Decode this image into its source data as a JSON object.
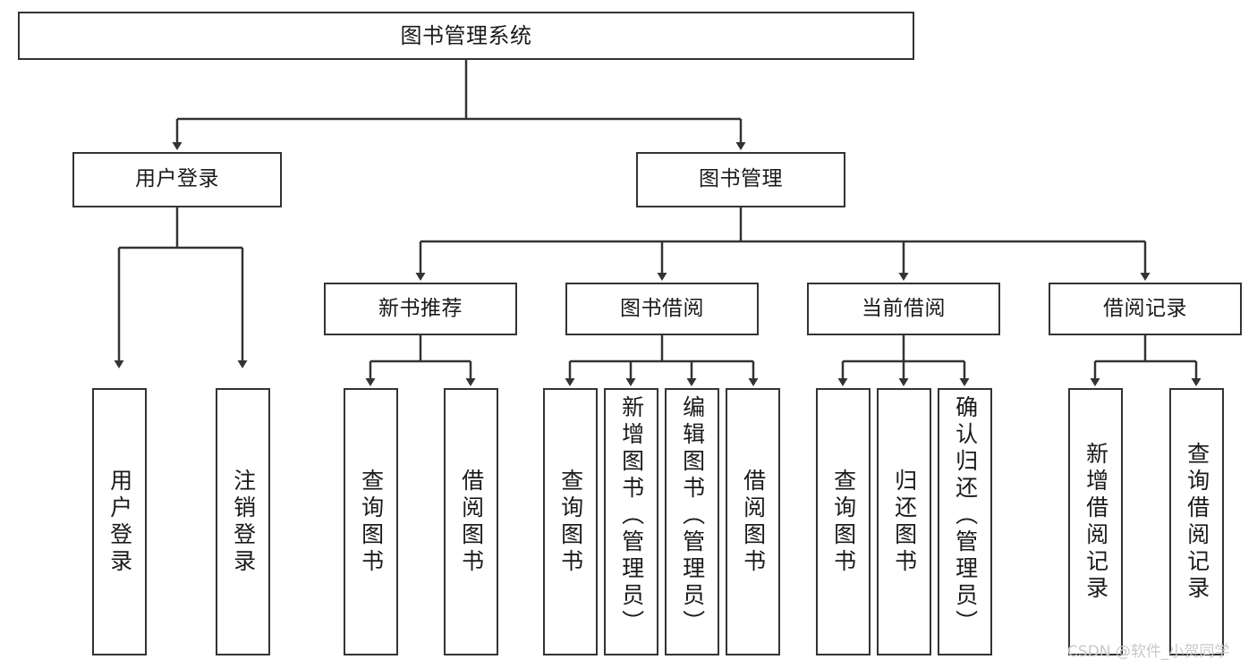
{
  "diagram": {
    "type": "tree",
    "title": "图书管理系统",
    "root": {
      "label": "图书管理系统"
    },
    "level1": [
      {
        "label": "用户登录"
      },
      {
        "label": "图书管理"
      }
    ],
    "level2": [
      {
        "label": "新书推荐"
      },
      {
        "label": "图书借阅"
      },
      {
        "label": "当前借阅"
      },
      {
        "label": "借阅记录"
      }
    ],
    "leaves": {
      "user_login": [
        {
          "label": "用户登录"
        },
        {
          "label": "注销登录"
        }
      ],
      "new_book_recommend": [
        {
          "label": "查询图书"
        },
        {
          "label": "借阅图书"
        }
      ],
      "book_borrow": [
        {
          "label": "查询图书"
        },
        {
          "label": "新增图书（管理员）"
        },
        {
          "label": "编辑图书（管理员）"
        },
        {
          "label": "借阅图书"
        }
      ],
      "current_borrow": [
        {
          "label": "查询图书"
        },
        {
          "label": "归还图书"
        },
        {
          "label": "确认归还（管理员）"
        }
      ],
      "borrow_record": [
        {
          "label": "新增借阅记录"
        },
        {
          "label": "查询借阅记录"
        }
      ]
    }
  },
  "watermark": {
    "text": "CSDN @软件_小贺同学"
  },
  "colors": {
    "box_border": "#333333",
    "box_fill": "#ffffff",
    "edge": "#333333",
    "text": "#1a1a1a",
    "watermark": "#c9c9c9",
    "background": "#ffffff"
  }
}
